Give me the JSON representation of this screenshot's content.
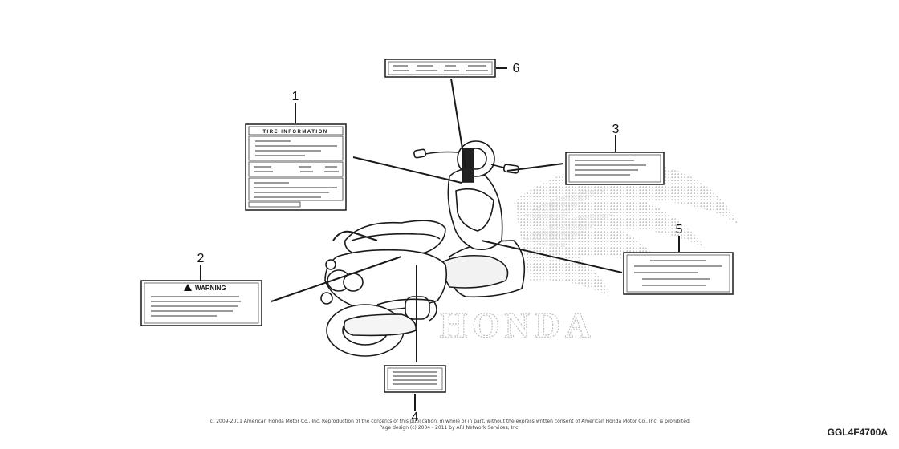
{
  "diagram": {
    "callouts": [
      {
        "id": "1",
        "text": "1"
      },
      {
        "id": "2",
        "text": "2"
      },
      {
        "id": "3",
        "text": "3"
      },
      {
        "id": "4",
        "text": "4"
      },
      {
        "id": "5",
        "text": "5"
      },
      {
        "id": "6",
        "text": "6"
      }
    ],
    "labels": {
      "tire_label_title": "TIRE INFORMATION",
      "warning_label_title": "WARNING"
    },
    "background_logo_text": "HONDA",
    "copyright_line_1": "(c) 2009-2011 American Honda Motor Co., Inc. Reproduction of the contents of this publication, in whole or in part, without the express written consent of American Honda Motor Co., Inc. is prohibited.",
    "copyright_line_2": "Page design (c) 2004 - 2011 by ARI Network Services, Inc.",
    "part_code": "GGL4F4700A"
  },
  "colors": {
    "line": "#1a1a1a",
    "logo_dots": "#c8c8c8",
    "label_fill": "#ffffff"
  }
}
